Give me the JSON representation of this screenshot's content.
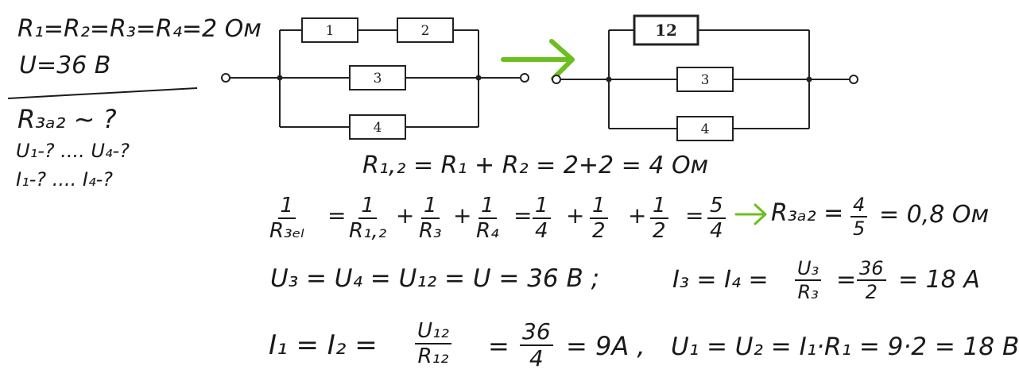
{
  "given": {
    "resistances": "R₁=R₂=R₃=R₄=2 Ом",
    "voltage": "U=36 В",
    "find_resistance": "R₃ₐ₂ ~ ?",
    "find_voltages": "U₁-? .... U₄-?",
    "find_currents": "I₁-? .... I₄-?"
  },
  "circuit_left": {
    "resistors": [
      "1",
      "2",
      "3",
      "4"
    ]
  },
  "circuit_right": {
    "resistors": [
      "12",
      "3",
      "4"
    ]
  },
  "arrow_color": "#6cbf1f",
  "solution": {
    "r12": "R₁,₂ = R₁ + R₂ = 2+2 = 4 Ом",
    "eq_lhs": {
      "num": "1",
      "den": "R₃ₑₗ"
    },
    "eq_terms": [
      {
        "op": "=",
        "num": "1",
        "den": "R₁,₂"
      },
      {
        "op": "+",
        "num": "1",
        "den": "R₃"
      },
      {
        "op": "+",
        "num": "1",
        "den": "R₄"
      },
      {
        "op": "=",
        "num": "1",
        "den": "4"
      },
      {
        "op": "+",
        "num": "1",
        "den": "2"
      },
      {
        "op": "+",
        "num": "1",
        "den": "2"
      },
      {
        "op": "=",
        "num": "5",
        "den": "4"
      }
    ],
    "req_label": "R₃ₐ₂ =",
    "req_frac": {
      "num": "4",
      "den": "5"
    },
    "req_value": "= 0,8 Ом",
    "u_line": "U₃ = U₄ = U₁₂ = U = 36 В ;",
    "i34_prefix": "I₃ = I₄ =",
    "i34_frac1": {
      "num": "U₃",
      "den": "R₃"
    },
    "i34_eq": "=",
    "i34_frac2": {
      "num": "36",
      "den": "2"
    },
    "i34_value": "= 18 A",
    "i12_prefix": "I₁ = I₂ =",
    "i12_frac1": {
      "num": "U₁₂",
      "den": "R₁₂"
    },
    "i12_eq": "=",
    "i12_frac2": {
      "num": "36",
      "den": "4"
    },
    "i12_value": "= 9A ,",
    "u12_line": "U₁ = U₂ = I₁·R₁ = 9·2 = 18 В"
  }
}
